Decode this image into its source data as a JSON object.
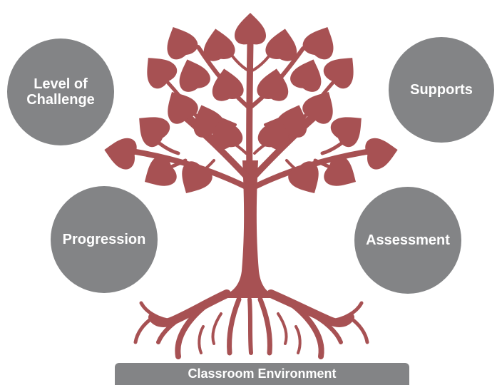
{
  "colors": {
    "tree": "#a75153",
    "bubble": "#838486",
    "text": "#ffffff"
  },
  "tree": {
    "icon": "tree-icon"
  },
  "circles": {
    "challenge": "Level of\nChallenge",
    "supports": "Supports",
    "progression": "Progression",
    "assessment": "Assessment"
  },
  "base": {
    "label": "Classroom Environment"
  }
}
